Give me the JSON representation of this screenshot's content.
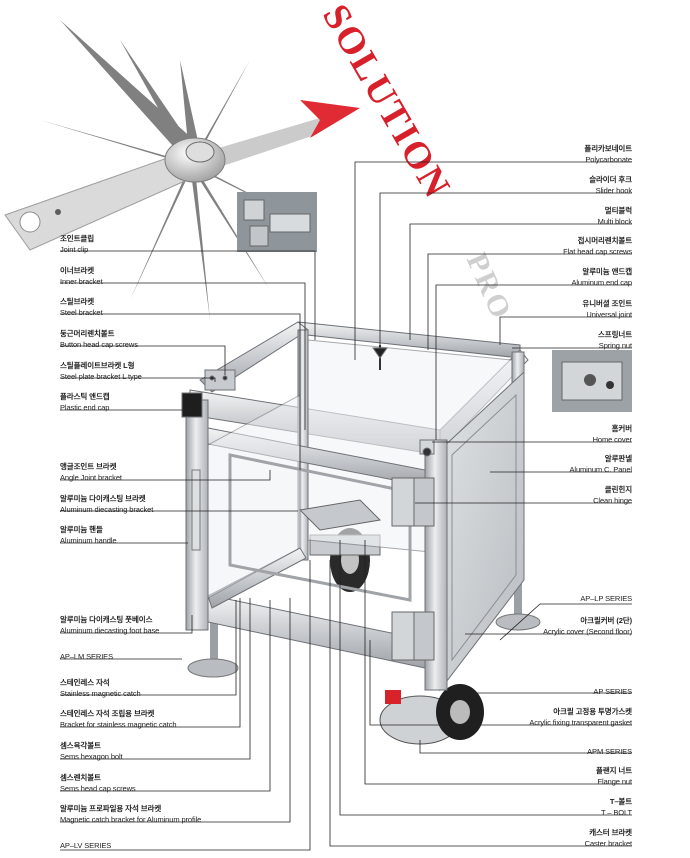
{
  "background_words": {
    "solution": "SOLUTION",
    "pro": "PRO"
  },
  "left_labels": [
    {
      "ko": "조인트클립",
      "en": "Joint clip"
    },
    {
      "ko": "이너브라켓",
      "en": "Inner bracket"
    },
    {
      "ko": "스틸브라켓",
      "en": "Steel bracket"
    },
    {
      "ko": "둥근머리렌치볼트",
      "en": "Button head cap screws"
    },
    {
      "ko": "스틸플레이트브라켓 L형",
      "en": "Steel plate bracket L type"
    },
    {
      "ko": "플라스틱 앤드캡",
      "en": "Plastic end cap"
    },
    {
      "ko": "앵글조인트 브라켓",
      "en": "Angle Joint bracket"
    },
    {
      "ko": "알루미늄 다이캐스팅 브라켓",
      "en": "Aluminum diecasting bracket"
    },
    {
      "ko": "알루미늄 핸들",
      "en": "Aluminum handle"
    },
    {
      "ko": "알루미늄 다이캐스팅 풋베이스",
      "en": "Aluminum diecasting foot base"
    },
    {
      "ko": "",
      "en": "AP–LM SERIES"
    },
    {
      "ko": "스테인레스 자석",
      "en": "Stainless magnetic catch"
    },
    {
      "ko": "스테인레스 자석 조립용 브라켓",
      "en": "Bracket for stainless magnetic catch"
    },
    {
      "ko": "셈스육각볼트",
      "en": "Sems hexagon bolt"
    },
    {
      "ko": "셈스렌치볼트",
      "en": "Sems head cap screws"
    },
    {
      "ko": "알루미늄 프로파일용 자석 브라켓",
      "en": "Magnetic catch bracket for Aluminum profile"
    },
    {
      "ko": "",
      "en": "AP–LV SERIES"
    }
  ],
  "right_labels": [
    {
      "ko": "폴리카보네이트",
      "en": "Polycarbonate"
    },
    {
      "ko": "슬라이더 후크",
      "en": "Slider hook"
    },
    {
      "ko": "멀티블럭",
      "en": "Multi block"
    },
    {
      "ko": "접시머리렌치볼트",
      "en": "Flat head cap screws"
    },
    {
      "ko": "알루미늄 앤드캡",
      "en": "Aluminum end cap"
    },
    {
      "ko": "유니버셜 조인트",
      "en": "Universal joint"
    },
    {
      "ko": "스프링너트",
      "en": "Spring nut"
    },
    {
      "ko": "홈커버",
      "en": "Home cover"
    },
    {
      "ko": "알루판넬",
      "en": "Aluminum C. Panel"
    },
    {
      "ko": "클린힌지",
      "en": "Clean hinge"
    },
    {
      "ko": "",
      "en": "AP–LP SERIES"
    },
    {
      "ko": "아크릴커버 (2단)",
      "en": "Acrylic cover (Second floor)"
    },
    {
      "ko": "",
      "en": "AP SERIES"
    },
    {
      "ko": "아크릴 고정용 투명가스켓",
      "en": "Acrylic fixing transparent gasket"
    },
    {
      "ko": "",
      "en": "APM SERIES"
    },
    {
      "ko": "플랜지 너트",
      "en": "Flange nut"
    },
    {
      "ko": "T–볼트",
      "en": "T – BOLT"
    },
    {
      "ko": "캐스터 브라켓",
      "en": "Caster bracket"
    }
  ]
}
